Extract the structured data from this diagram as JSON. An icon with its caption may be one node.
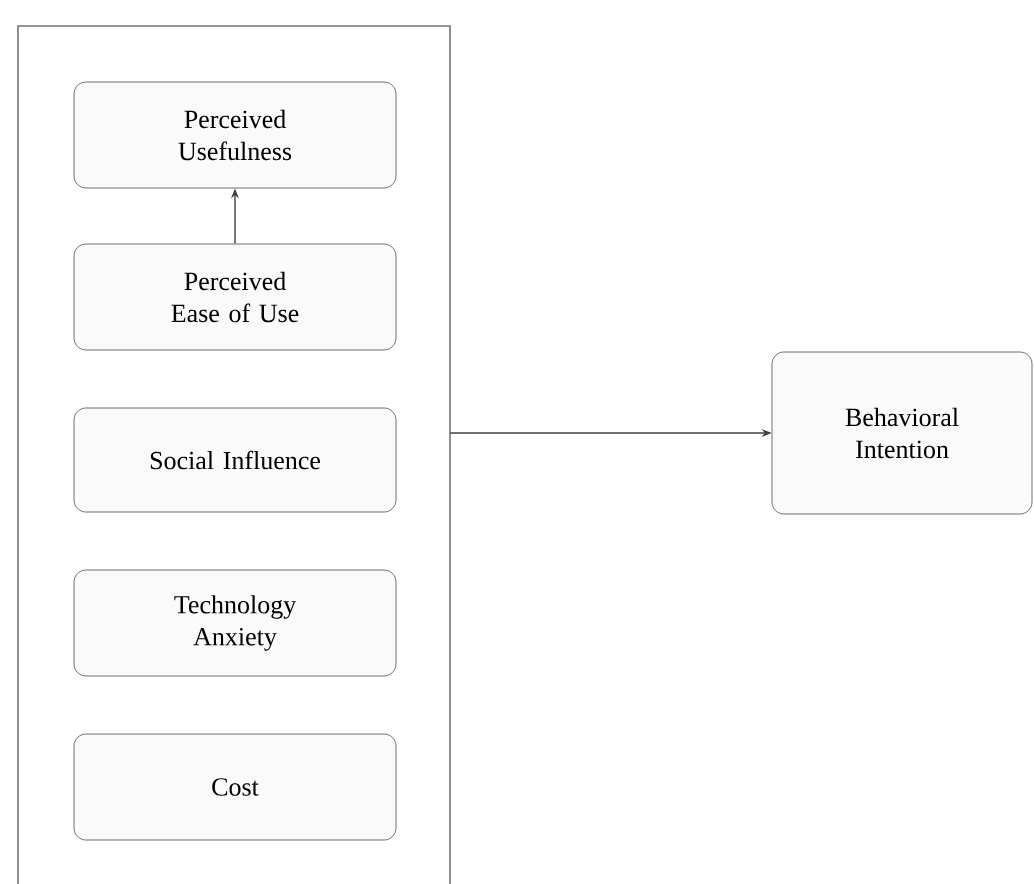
{
  "diagram": {
    "nodes": [
      {
        "text": [],
        "shape": "box"
      },
      {
        "text": [
          "Perceived Usefulness"
        ],
        "in": 0
      },
      {
        "text": [
          "Perceived Ease of Use"
        ],
        "in": 0
      },
      {
        "text": [
          "Social Influence"
        ],
        "in": 0
      },
      {
        "text": [
          "Technology Anxiety"
        ],
        "in": 0
      },
      {
        "text": [
          "Cost"
        ],
        "in": 0
      },
      {
        "text": [
          "Behavioral Intention"
        ]
      }
    ],
    "edges": [
      {
        "from": 2,
        "to": 1,
        "arrow": "to"
      },
      {
        "from": 0,
        "to": 6,
        "arrow": "to"
      }
    ]
  }
}
